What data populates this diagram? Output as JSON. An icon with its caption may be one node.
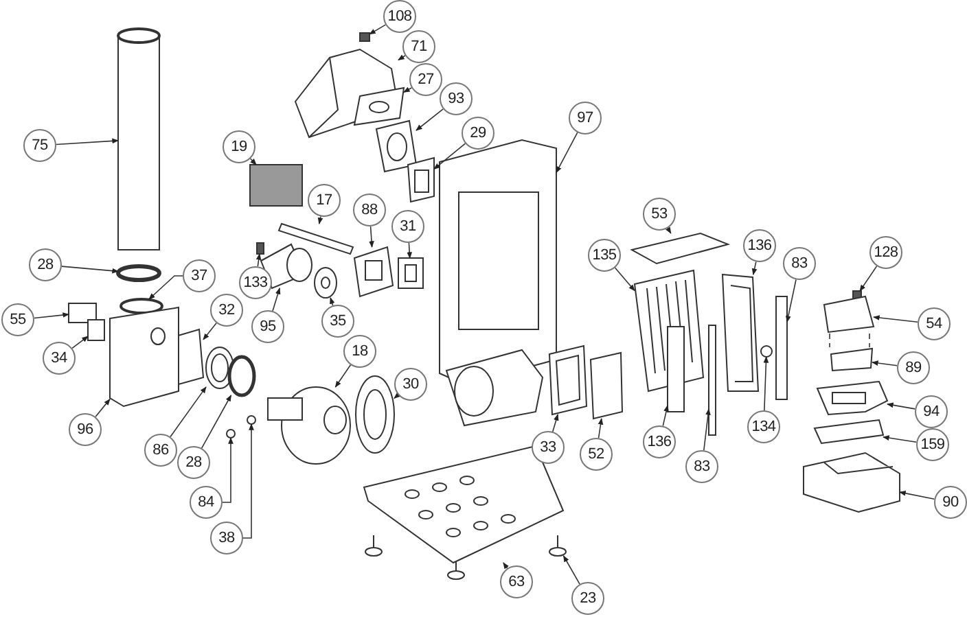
{
  "diagram": {
    "nodes": [
      {
        "text": [
          "108"
        ]
      },
      {
        "text": [
          "71"
        ]
      },
      {
        "text": [
          "27"
        ]
      },
      {
        "text": [
          "93"
        ]
      },
      {
        "text": [
          "97"
        ]
      },
      {
        "text": [
          "29"
        ]
      },
      {
        "text": [
          "75"
        ]
      },
      {
        "text": [
          "19"
        ]
      },
      {
        "text": [
          "17"
        ]
      },
      {
        "text": [
          "88"
        ]
      },
      {
        "text": [
          "31"
        ]
      },
      {
        "text": [
          "53"
        ]
      },
      {
        "text": [
          "135"
        ]
      },
      {
        "text": [
          "136"
        ]
      },
      {
        "text": [
          "83"
        ]
      },
      {
        "text": [
          "128"
        ]
      },
      {
        "text": [
          "28"
        ]
      },
      {
        "text": [
          "37"
        ]
      },
      {
        "text": [
          "133"
        ]
      },
      {
        "text": [
          "95"
        ]
      },
      {
        "text": [
          "35"
        ]
      },
      {
        "text": [
          "55"
        ]
      },
      {
        "text": [
          "34"
        ]
      },
      {
        "text": [
          "32"
        ]
      },
      {
        "text": [
          "54"
        ]
      },
      {
        "text": [
          "89"
        ]
      },
      {
        "text": [
          "18"
        ]
      },
      {
        "text": [
          "30"
        ]
      },
      {
        "text": [
          "96"
        ]
      },
      {
        "text": [
          "86"
        ]
      },
      {
        "text": [
          "28"
        ]
      },
      {
        "text": [
          "94"
        ]
      },
      {
        "text": [
          "159"
        ]
      },
      {
        "text": [
          "33"
        ]
      },
      {
        "text": [
          "52"
        ]
      },
      {
        "text": [
          "136"
        ]
      },
      {
        "text": [
          "83"
        ]
      },
      {
        "text": [
          "134"
        ]
      },
      {
        "text": [
          "84"
        ]
      },
      {
        "text": [
          "90"
        ]
      },
      {
        "text": [
          "38"
        ]
      },
      {
        "text": [
          "63"
        ]
      },
      {
        "text": [
          "23"
        ]
      },
      {
        "text": [],
        "shape": "box"
      },
      {
        "text": [],
        "shape": "picture"
      },
      {
        "text": [],
        "shape": "picture"
      },
      {
        "text": [],
        "shape": "picture"
      },
      {
        "text": [],
        "shape": "picture"
      },
      {
        "text": [],
        "shape": "picture"
      },
      {
        "text": [],
        "shape": "cylinder"
      },
      {
        "text": [],
        "shape": "box"
      },
      {
        "text": [],
        "shape": "bar"
      },
      {
        "text": [],
        "shape": "picture"
      },
      {
        "text": [],
        "shape": "picture"
      },
      {
        "text": [],
        "shape": "box"
      },
      {
        "text": [],
        "shape": "picture"
      },
      {
        "text": [],
        "shape": "picture"
      },
      {
        "text": [],
        "shape": "bar"
      },
      {
        "text": [],
        "shape": "box"
      },
      {
        "text": [],
        "shape": "circle"
      },
      {
        "text": [],
        "shape": "circle"
      },
      {
        "text": [],
        "shape": "box"
      },
      {
        "text": [],
        "shape": "picture"
      },
      {
        "text": [],
        "shape": "picture"
      },
      {
        "text": [],
        "shape": "box"
      },
      {
        "text": [],
        "shape": "box"
      },
      {
        "text": [],
        "shape": "box"
      },
      {
        "text": [],
        "shape": "box"
      },
      {
        "text": [],
        "shape": "box"
      },
      {
        "text": [],
        "shape": "picture"
      },
      {
        "text": [],
        "shape": "picture"
      },
      {
        "text": [],
        "shape": "picture"
      },
      {
        "text": [],
        "shape": "picture"
      },
      {
        "text": [],
        "shape": "circle"
      },
      {
        "text": [],
        "shape": "picture"
      },
      {
        "text": [],
        "shape": "box"
      },
      {
        "text": [],
        "shape": "picture"
      },
      {
        "text": [],
        "shape": "box"
      },
      {
        "text": [],
        "shape": "bar"
      },
      {
        "text": [],
        "shape": "bar"
      },
      {
        "text": [],
        "shape": "circle"
      },
      {
        "text": [],
        "shape": "circle"
      },
      {
        "text": [],
        "shape": "picture"
      },
      {
        "text": [],
        "shape": "circle"
      },
      {
        "text": [],
        "shape": "picture"
      },
      {
        "text": [],
        "shape": "picture"
      }
    ],
    "edges": [
      {
        "from": 0,
        "to": 43,
        "arrow": "to"
      },
      {
        "from": 1,
        "to": 44,
        "arrow": "to"
      },
      {
        "from": 2,
        "to": 45,
        "arrow": "to"
      },
      {
        "from": 3,
        "to": 46,
        "arrow": "to"
      },
      {
        "from": 4,
        "to": 47,
        "arrow": "to"
      },
      {
        "from": 5,
        "to": 48,
        "arrow": "to"
      },
      {
        "from": 6,
        "to": 49,
        "arrow": "to"
      },
      {
        "from": 7,
        "to": 50,
        "arrow": "to"
      },
      {
        "from": 8,
        "to": 51,
        "arrow": "to"
      },
      {
        "from": 9,
        "to": 52,
        "arrow": "to"
      },
      {
        "from": 10,
        "to": 53,
        "arrow": "to"
      },
      {
        "from": 11,
        "to": 54,
        "arrow": "to"
      },
      {
        "from": 12,
        "to": 55,
        "arrow": "to"
      },
      {
        "from": 13,
        "to": 56,
        "arrow": "to"
      },
      {
        "from": 14,
        "to": 57,
        "arrow": "to"
      },
      {
        "from": 15,
        "to": 58,
        "arrow": "to"
      },
      {
        "from": 16,
        "to": 59,
        "arrow": "to"
      },
      {
        "from": 17,
        "to": 60,
        "arrow": "to"
      },
      {
        "from": 18,
        "to": 61,
        "arrow": "to"
      },
      {
        "from": 19,
        "to": 62,
        "arrow": "to"
      },
      {
        "from": 20,
        "to": 63,
        "arrow": "to"
      },
      {
        "from": 21,
        "to": 64,
        "arrow": "to"
      },
      {
        "from": 22,
        "to": 65,
        "arrow": "to"
      },
      {
        "from": 23,
        "to": 66,
        "arrow": "to"
      },
      {
        "from": 24,
        "to": 67,
        "arrow": "to"
      },
      {
        "from": 25,
        "to": 68,
        "arrow": "to"
      },
      {
        "from": 26,
        "to": 69,
        "arrow": "to"
      },
      {
        "from": 27,
        "to": 70,
        "arrow": "to"
      },
      {
        "from": 28,
        "to": 71,
        "arrow": "to"
      },
      {
        "from": 29,
        "to": 72,
        "arrow": "to"
      },
      {
        "from": 30,
        "to": 73,
        "arrow": "to"
      },
      {
        "from": 31,
        "to": 74,
        "arrow": "to"
      },
      {
        "from": 32,
        "to": 75,
        "arrow": "to"
      },
      {
        "from": 33,
        "to": 76,
        "arrow": "to"
      },
      {
        "from": 34,
        "to": 77,
        "arrow": "to"
      },
      {
        "from": 35,
        "to": 78,
        "arrow": "to"
      },
      {
        "from": 36,
        "to": 79,
        "arrow": "to"
      },
      {
        "from": 37,
        "to": 80,
        "arrow": "to"
      },
      {
        "from": 38,
        "to": 81,
        "arrow": "to"
      },
      {
        "from": 39,
        "to": 82,
        "arrow": "to"
      },
      {
        "from": 40,
        "to": 83,
        "arrow": "to"
      },
      {
        "from": 41,
        "to": 84,
        "arrow": "to"
      },
      {
        "from": 42,
        "to": 85,
        "arrow": "to"
      },
      {
        "from": 67,
        "to": 68,
        "arrow": "none",
        "style": "dashed"
      },
      {
        "from": 67,
        "to": 68,
        "arrow": "none",
        "style": "dashed"
      }
    ]
  }
}
